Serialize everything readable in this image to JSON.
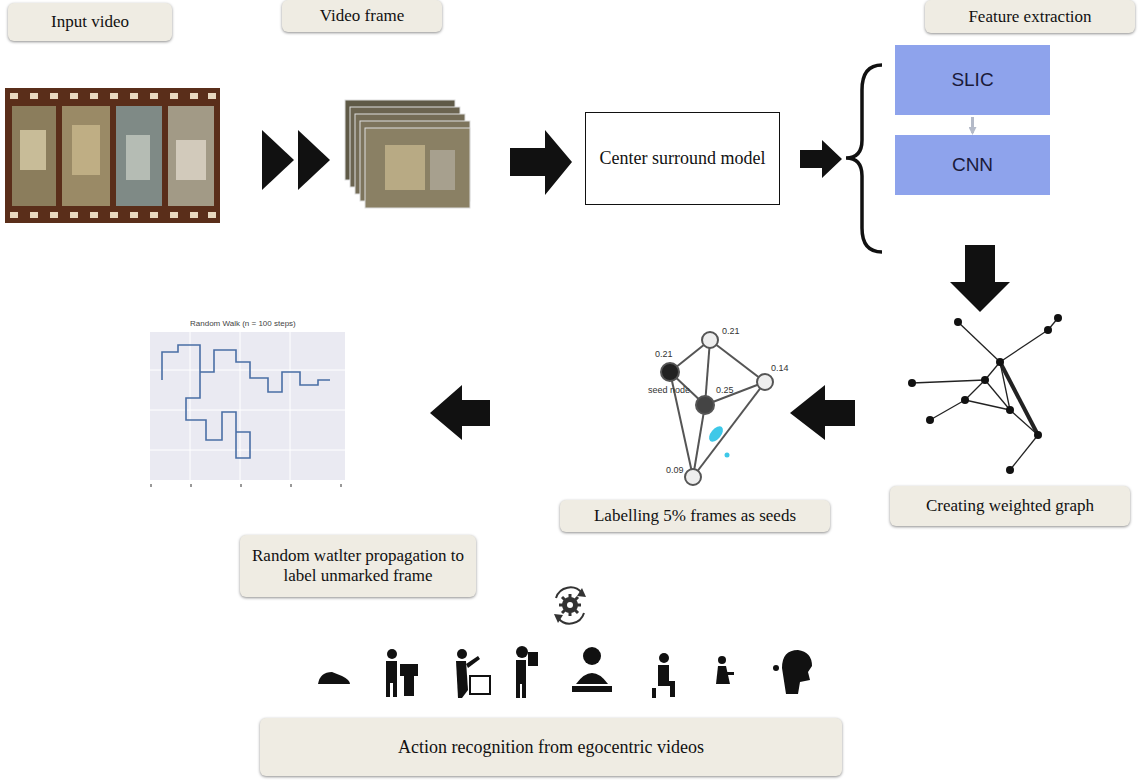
{
  "diagram": {
    "nodes": [
      {
        "text": [
          "Input video"
        ]
      },
      {
        "text": [
          "Video frame"
        ]
      },
      {
        "text": [
          "Feature extraction"
        ]
      },
      {
        "text": [
          "Center surround model"
        ]
      },
      {
        "text": [
          "SLIC"
        ]
      },
      {
        "text": [
          "CNN"
        ]
      },
      {
        "text": [
          "Creating weighted graph"
        ]
      },
      {
        "text": [
          "Labelling 5% frames as seeds"
        ]
      },
      {
        "text": [
          "Random watlter propagation to label unmarked frame"
        ]
      },
      {
        "text": [
          "Action recognition from egocentric videos"
        ]
      }
    ],
    "edges": [
      {
        "from": 4,
        "to": 5,
        "arrow": "to"
      }
    ],
    "labels": [
      "0.21",
      "0.21",
      "0.14",
      "0.25",
      "0.09",
      "seed node",
      "Random Walk (n = 100 steps)"
    ]
  }
}
